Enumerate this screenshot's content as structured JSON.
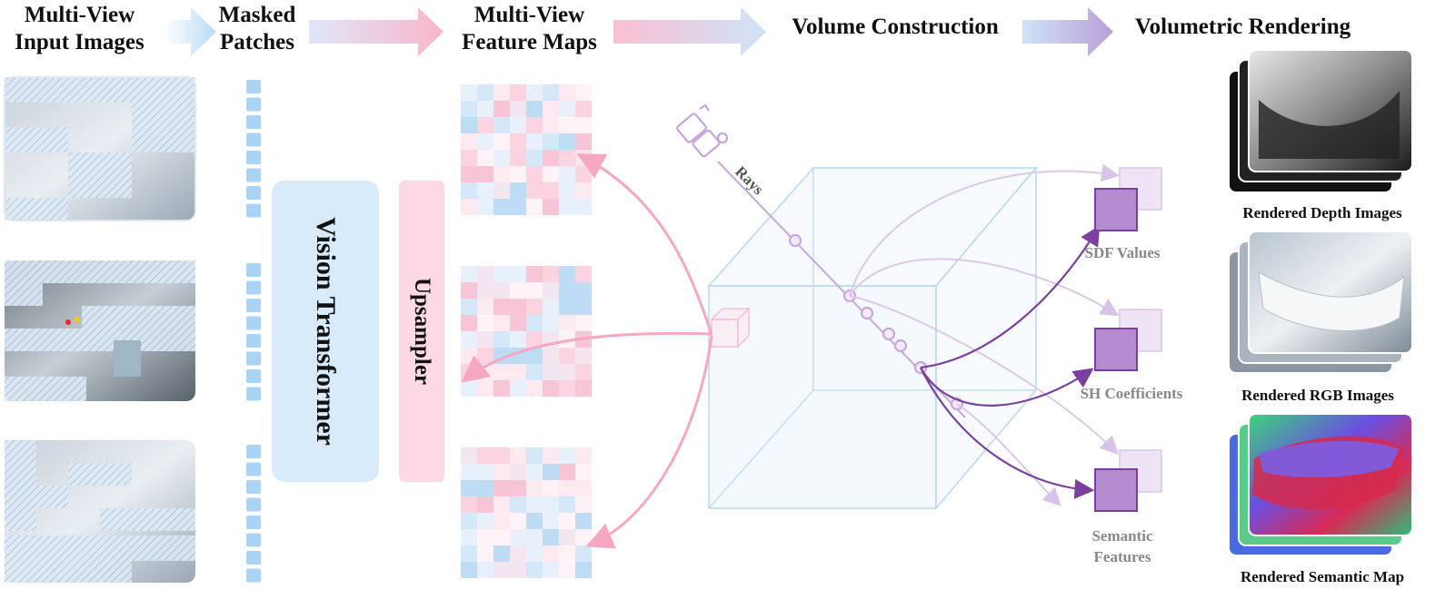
{
  "headers": {
    "input_images": "Multi-View\nInput Images",
    "masked_patches": "Masked\nPatches",
    "feature_maps": "Multi-View\nFeature Maps",
    "volume_construction": "Volume Construction",
    "volumetric_rendering": "Volumetric Rendering"
  },
  "modules": {
    "vit": "Vision Transformer",
    "upsampler": "Upsampler"
  },
  "rays_label": "Rays",
  "outputs": {
    "sdf": "SDF Values",
    "sh": "SH Coefficients",
    "semantic": "Semantic\nFeatures"
  },
  "renders": {
    "depth": "Rendered Depth Images",
    "rgb": "Rendered RGB Images",
    "semantic": "Rendered Semantic Map"
  },
  "colors": {
    "blue_light": "#d6e9fb",
    "pink_light": "#fde0ea",
    "purple": "#7b3fa0",
    "purple_light": "#c9a8dc",
    "patch_blue": "#a9d4f5"
  }
}
